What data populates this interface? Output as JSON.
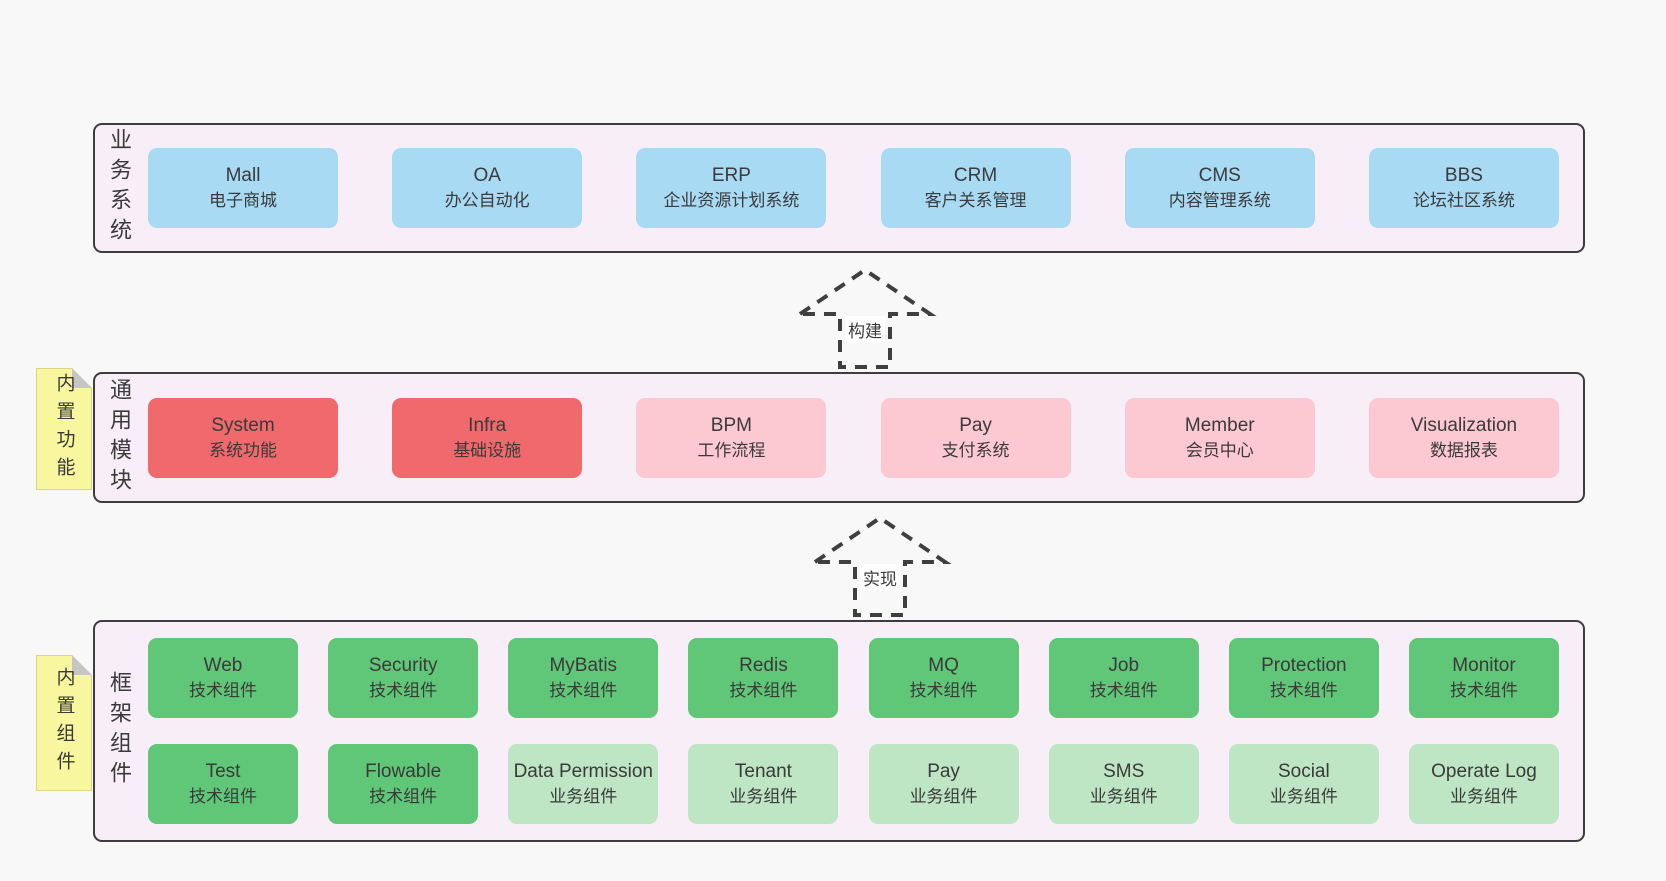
{
  "diagram_title": "yudao architecture layers",
  "colors": {
    "page_bg": "#f8f8f8",
    "band_bg": "#f8eef7",
    "band_border": "#3d3d3d",
    "blue_box": "#a8daf4",
    "red_box": "#f0696c",
    "pink_box": "#fcc9d2",
    "green_box": "#60c678",
    "light_green_box": "#bee5c4",
    "sticky_bg": "#f8f7a0",
    "sticky_fold": "#c6c6c6",
    "text": "#3a3a3a"
  },
  "arrows": {
    "build": "构建",
    "implement": "实现"
  },
  "bands": {
    "business": {
      "title": "业务系统",
      "boxes": [
        {
          "name": "Mall",
          "desc": "电子商城",
          "variant": "blue"
        },
        {
          "name": "OA",
          "desc": "办公自动化",
          "variant": "blue"
        },
        {
          "name": "ERP",
          "desc": "企业资源计划系统",
          "variant": "blue"
        },
        {
          "name": "CRM",
          "desc": "客户关系管理",
          "variant": "blue"
        },
        {
          "name": "CMS",
          "desc": "内容管理系统",
          "variant": "blue"
        },
        {
          "name": "BBS",
          "desc": "论坛社区系统",
          "variant": "blue"
        }
      ]
    },
    "modules": {
      "title": "通用模块",
      "sticky": "内置功能",
      "boxes": [
        {
          "name": "System",
          "desc": "系统功能",
          "variant": "red"
        },
        {
          "name": "Infra",
          "desc": "基础设施",
          "variant": "red"
        },
        {
          "name": "BPM",
          "desc": "工作流程",
          "variant": "pink"
        },
        {
          "name": "Pay",
          "desc": "支付系统",
          "variant": "pink"
        },
        {
          "name": "Member",
          "desc": "会员中心",
          "variant": "pink"
        },
        {
          "name": "Visualization",
          "desc": "数据报表",
          "variant": "pink"
        }
      ]
    },
    "components": {
      "title": "框架组件",
      "sticky": "内置组件",
      "rows": [
        [
          {
            "name": "Web",
            "desc": "技术组件",
            "variant": "green"
          },
          {
            "name": "Security",
            "desc": "技术组件",
            "variant": "green"
          },
          {
            "name": "MyBatis",
            "desc": "技术组件",
            "variant": "green"
          },
          {
            "name": "Redis",
            "desc": "技术组件",
            "variant": "green"
          },
          {
            "name": "MQ",
            "desc": "技术组件",
            "variant": "green"
          },
          {
            "name": "Job",
            "desc": "技术组件",
            "variant": "green"
          },
          {
            "name": "Protection",
            "desc": "技术组件",
            "variant": "green"
          },
          {
            "name": "Monitor",
            "desc": "技术组件",
            "variant": "green"
          }
        ],
        [
          {
            "name": "Test",
            "desc": "技术组件",
            "variant": "green"
          },
          {
            "name": "Flowable",
            "desc": "技术组件",
            "variant": "green"
          },
          {
            "name": "Data Permission",
            "desc": "业务组件",
            "variant": "lightgreen"
          },
          {
            "name": "Tenant",
            "desc": "业务组件",
            "variant": "lightgreen"
          },
          {
            "name": "Pay",
            "desc": "业务组件",
            "variant": "lightgreen"
          },
          {
            "name": "SMS",
            "desc": "业务组件",
            "variant": "lightgreen"
          },
          {
            "name": "Social",
            "desc": "业务组件",
            "variant": "lightgreen"
          },
          {
            "name": "Operate Log",
            "desc": "业务组件",
            "variant": "lightgreen"
          }
        ]
      ]
    }
  }
}
